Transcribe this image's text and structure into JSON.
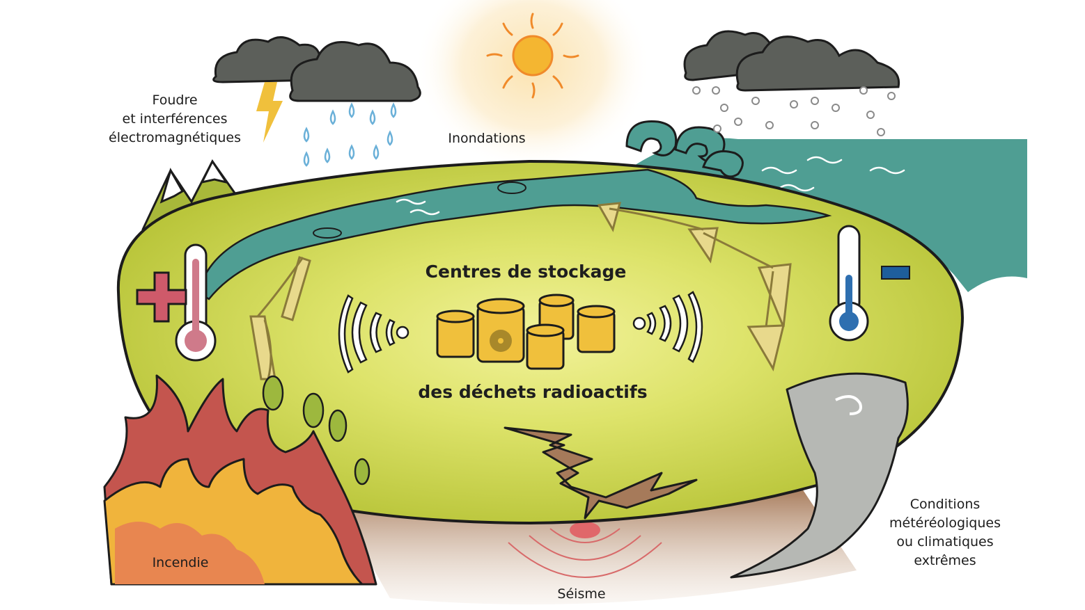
{
  "title": {
    "line1": "Centres de stockage",
    "line2": "des déchets radioactifs"
  },
  "labels": {
    "lightning": [
      "Foudre",
      "et interférences",
      "électromagnétiques"
    ],
    "floods": "Inondations",
    "fire": "Incendie",
    "earthquake": "Séisme",
    "extreme_weather": [
      "Conditions",
      "météréologiques",
      "ou climatiques",
      "extrêmes"
    ]
  },
  "colors": {
    "ground": "#b9c53a",
    "ground_glow": "#f2f29a",
    "water": "#4f9e93",
    "cloud": "#5c5f5a",
    "sun": "#f4b631",
    "fire_red": "#c4554e",
    "fire_yellow": "#f0b43c",
    "barrel": "#f0c03c",
    "soil": "#a67a5a"
  },
  "icons": [
    "storm-cloud-icon",
    "lightning-icon",
    "rain-icon",
    "sun-icon",
    "hail-cloud-icon",
    "wave-icon",
    "mountain-icon",
    "thermometer-hot-icon",
    "plus-icon",
    "thermometer-cold-icon",
    "minus-icon",
    "fire-icon",
    "tornado-icon",
    "crack-icon",
    "radioactive-barrel-icon",
    "radiation-wave-icon",
    "tree-icon",
    "power-line-icon"
  ]
}
